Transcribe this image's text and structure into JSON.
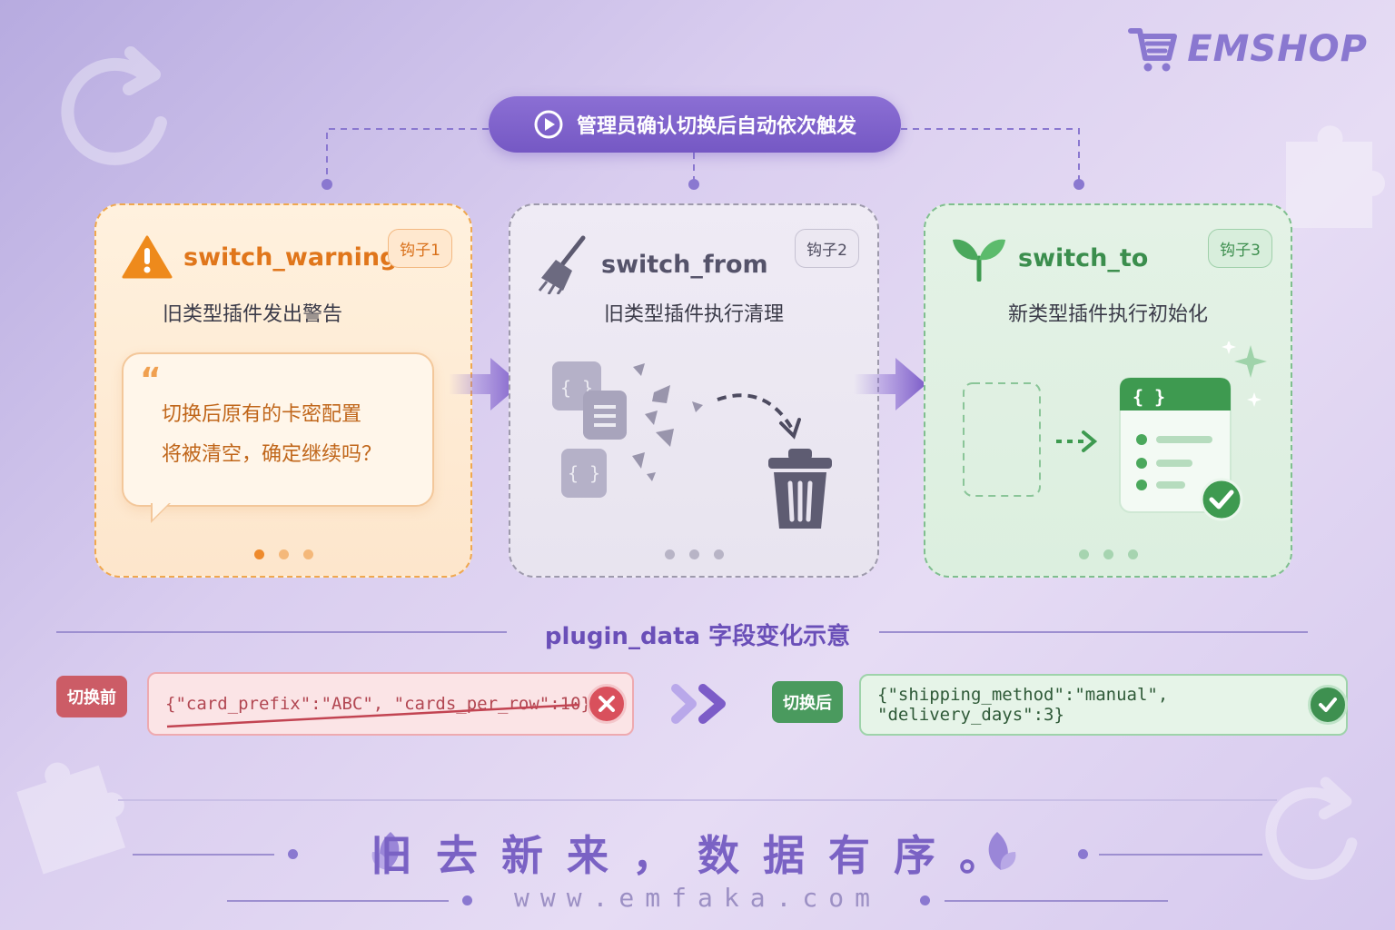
{
  "brand": {
    "name": "EMSHOP"
  },
  "trigger": {
    "label": "管理员确认切换后自动依次触发",
    "icon": "play-circle-icon"
  },
  "hooks": [
    {
      "name": "switch_warning",
      "badge": "钩子1",
      "description": "旧类型插件发出警告",
      "icon": "warning-icon",
      "color": "#e0761b",
      "message_line1": "切换后原有的卡密配置",
      "message_line2": "将被清空，确定继续吗？"
    },
    {
      "name": "switch_from",
      "badge": "钩子2",
      "description": "旧类型插件执行清理",
      "icon": "broom-icon",
      "color": "#55536a"
    },
    {
      "name": "switch_to",
      "badge": "钩子3",
      "description": "新类型插件执行初始化",
      "icon": "sprout-icon",
      "color": "#3b8e4d"
    }
  ],
  "plugin_data": {
    "title": "plugin_data 字段变化示意",
    "before_label": "切换前",
    "before_value": "{\"card_prefix\":\"ABC\", \"cards_per_row\":10}",
    "after_label": "切换后",
    "after_value": "{\"shipping_method\":\"manual\", \"delivery_days\":3}"
  },
  "footer": {
    "slogan": "旧去新来，数据有序。",
    "website": "www.emfaka.com"
  }
}
